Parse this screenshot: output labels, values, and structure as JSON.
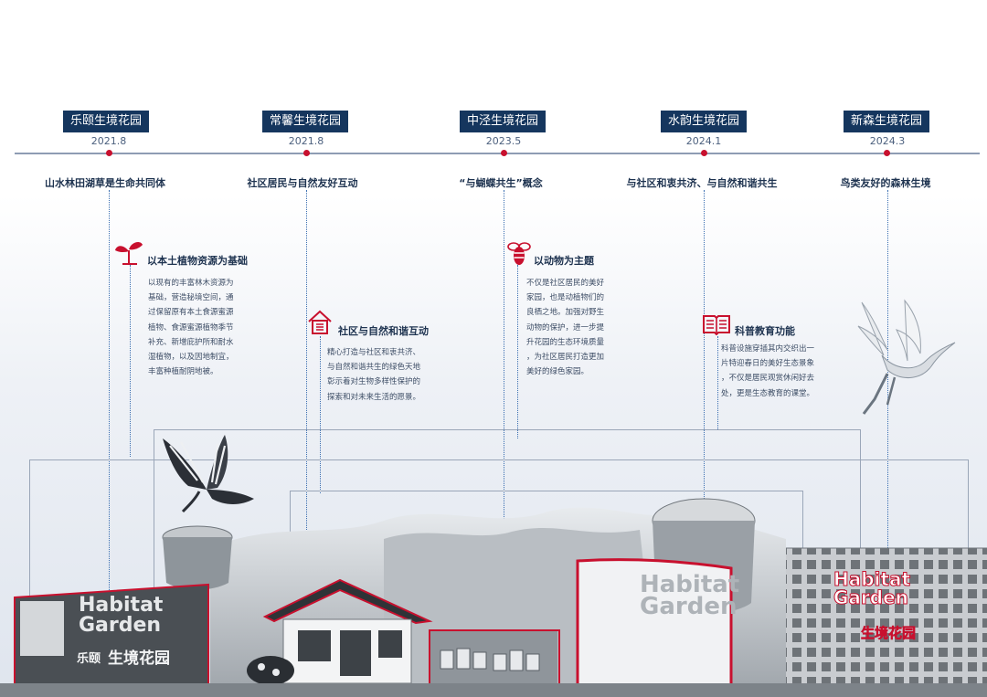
{
  "timeline": [
    {
      "name": "乐颐生境花园",
      "date": "2021.8",
      "theme": "山水林田湖草是生命共同体"
    },
    {
      "name": "常馨生境花园",
      "date": "2021.8",
      "theme": "社区居民与自然友好互动"
    },
    {
      "name": "中泾生境花园",
      "date": "2023.5",
      "theme": "“与蝴蝶共生”概念"
    },
    {
      "name": "水韵生境花园",
      "date": "2024.1",
      "theme": "与社区和衷共济、与自然和谐共生"
    },
    {
      "name": "新森生境花园",
      "date": "2024.3",
      "theme": "鸟类友好的森林生境"
    }
  ],
  "features": [
    {
      "icon": "plant-icon",
      "title": "以本土植物资源为基础",
      "lines": [
        "以现有的丰富林木资源为",
        "基础，营造秘境空间，通",
        "过保留原有本土食源蜜源",
        "植物、食源蜜源植物季节",
        "补充、新增庇护所和耐水",
        "湿植物，以及因地制宜，",
        "丰富种植耐阴地被。"
      ]
    },
    {
      "icon": "house-icon",
      "title": "社区与自然和谐互动",
      "lines": [
        "精心打造与社区和衷共济、",
        "与自然和谐共生的绿色天地",
        "彰示着对生物多样性保护的",
        "探索和对未来生活的愿景。"
      ]
    },
    {
      "icon": "bee-icon",
      "title": "以动物为主题",
      "lines": [
        "不仅是社区居民的美好",
        "家园，也是动植物们的",
        "良栖之地。加强对野生",
        "动物的保护，进一步提",
        "升花园的生态环境质量",
        "，为社区居民打造更加",
        "美好的绿色家园。"
      ]
    },
    {
      "icon": "book-icon",
      "title": "科普教育功能",
      "lines": [
        "科普设施穿插其内交织出一",
        "片特迎春日的美好生态景象",
        "，不仅是居民观赏休闲好去",
        "处，更是生态教育的课堂。"
      ]
    }
  ],
  "signs": {
    "brand_line1": "Habitat",
    "brand_line2": "Garden",
    "cn_short": "乐颐",
    "cn_name": "生境花园"
  },
  "colors": {
    "navy": "#15365e",
    "accent": "#c8102e",
    "line": "#3b6fb1"
  }
}
